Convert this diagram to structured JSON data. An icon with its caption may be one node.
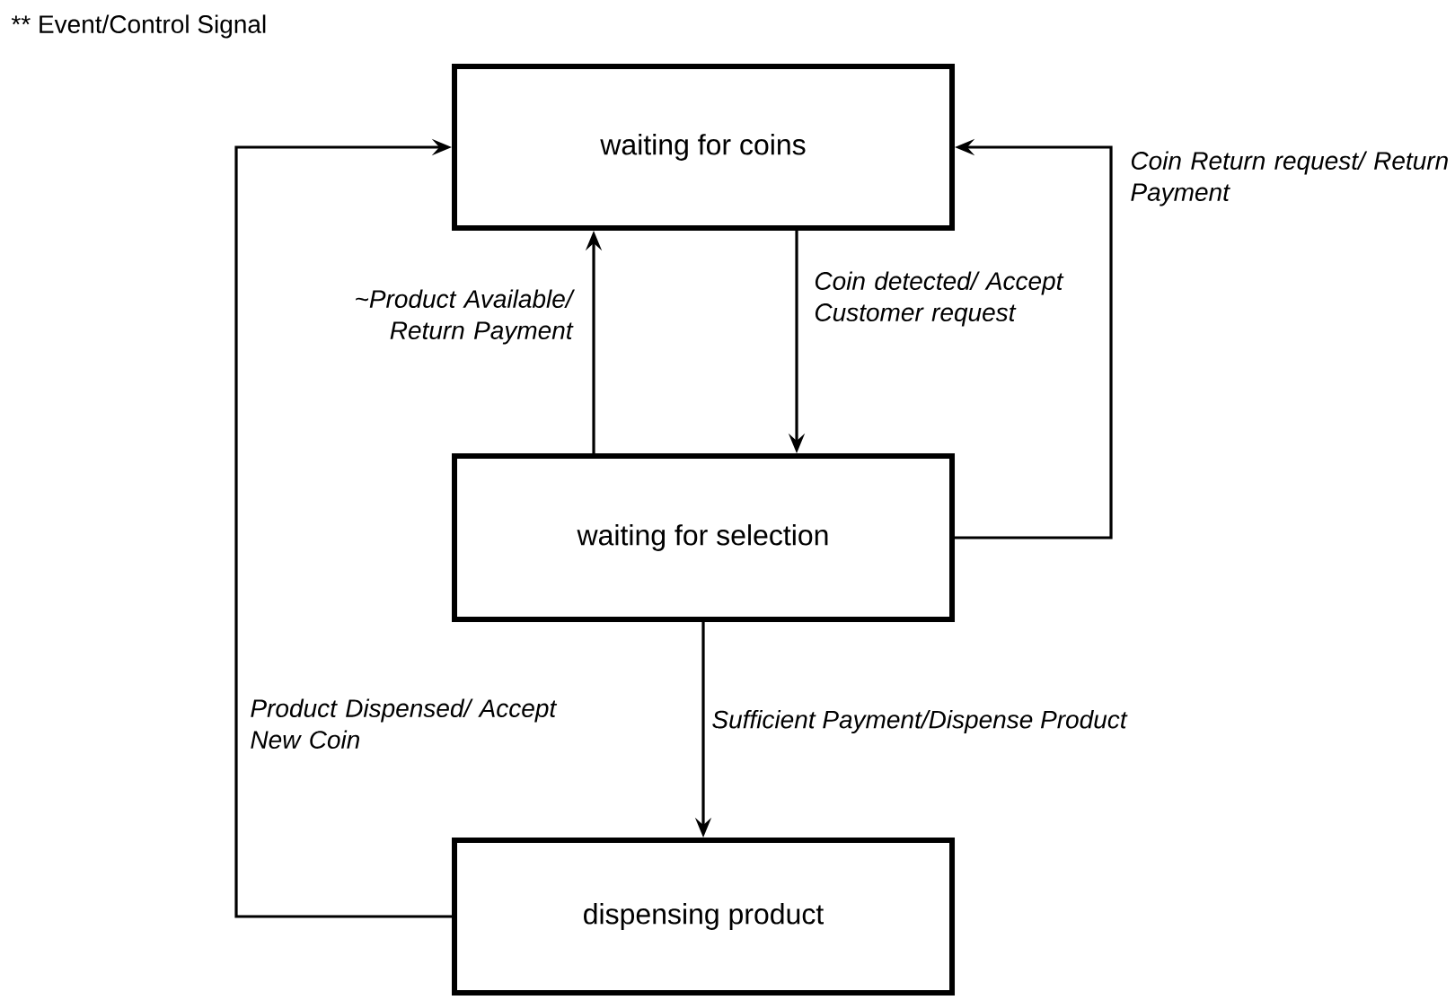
{
  "diagram": {
    "nodes": [
      {
        "text": [
          "waiting for coins"
        ]
      },
      {
        "text": [
          "waiting for selection"
        ]
      },
      {
        "text": [
          "dispensing product"
        ]
      }
    ],
    "edges": [
      {
        "from": 0,
        "to": 1,
        "arrow": "to",
        "label": "Coin detected/ Accept Customer request"
      },
      {
        "from": 1,
        "to": 0,
        "arrow": "to",
        "label": "~Product Available/ Return Payment"
      },
      {
        "from": 1,
        "to": 0,
        "arrow": "to",
        "label": "Coin Return request/ Return Payment"
      },
      {
        "from": 1,
        "to": 2,
        "arrow": "to",
        "label": "Sufficient Payment/Dispense Product"
      },
      {
        "from": 2,
        "to": 0,
        "arrow": "to",
        "label": "Product Dispensed/ Accept New Coin"
      }
    ],
    "labels": [
      "** Event/Control Signal"
    ]
  }
}
